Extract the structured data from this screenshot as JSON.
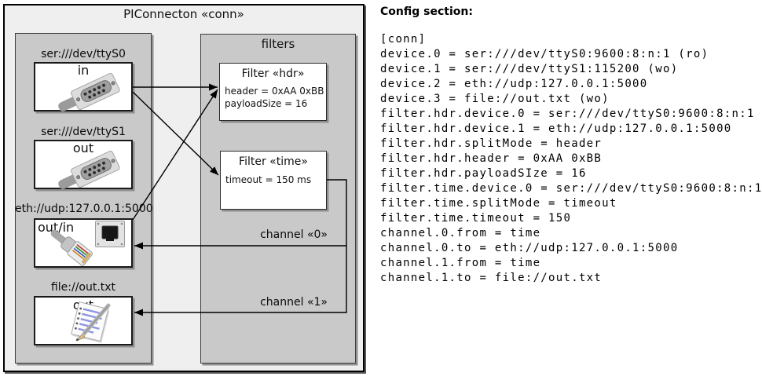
{
  "diagram": {
    "title": "PIConnecton «conn»",
    "devices_panel": {
      "devices": [
        {
          "label": "ser:///dev/ttyS0",
          "direction": "in",
          "icon": "serial-connector"
        },
        {
          "label": "ser:///dev/ttyS1",
          "direction": "out",
          "icon": "serial-connector"
        },
        {
          "label": "eth://udp:127.0.0.1:5000",
          "direction": "out/in",
          "icon": "ethernet-jack-and-plug"
        },
        {
          "label": "file://out.txt",
          "direction": "out",
          "icon": "notepad-pencil"
        }
      ]
    },
    "filters_panel": {
      "title": "filters",
      "filters": [
        {
          "title": "Filter «hdr»",
          "params": [
            "header = 0xAA 0xBB",
            "payloadSize = 16"
          ]
        },
        {
          "title": "Filter «time»",
          "params": [
            "timeout = 150 ms"
          ]
        }
      ]
    },
    "channels": [
      {
        "label": "channel «0»"
      },
      {
        "label": "channel «1»"
      }
    ]
  },
  "config": {
    "heading": "Config section:",
    "lines": [
      "[conn]",
      "device.0 = ser:///dev/ttyS0:9600:8:n:1 (ro)",
      "device.1 = ser:///dev/ttyS1:115200 (wo)",
      "device.2 = eth://udp:127.0.0.1:5000",
      "device.3 = file://out.txt (wo)",
      "filter.hdr.device.0 = ser:///dev/ttyS0:9600:8:n:1",
      "filter.hdr.device.1 = eth://udp:127.0.0.1:5000",
      "filter.hdr.splitMode = header",
      "filter.hdr.header = 0xAA 0xBB",
      "filter.hdr.payloadSIze = 16",
      "filter.time.device.0 = ser:///dev/ttyS0:9600:8:n:1",
      "filter.time.splitMode = timeout",
      "filter.time.timeout = 150",
      "channel.0.from = time",
      "channel.0.to = eth://udp:127.0.0.1:5000",
      "channel.1.from = time",
      "channel.1.to = file://out.txt"
    ]
  },
  "colors": {
    "outer_fill": "#efefef",
    "panel_fill": "#c9c9c9",
    "box_fill": "#ffffff",
    "line": "#000000"
  }
}
